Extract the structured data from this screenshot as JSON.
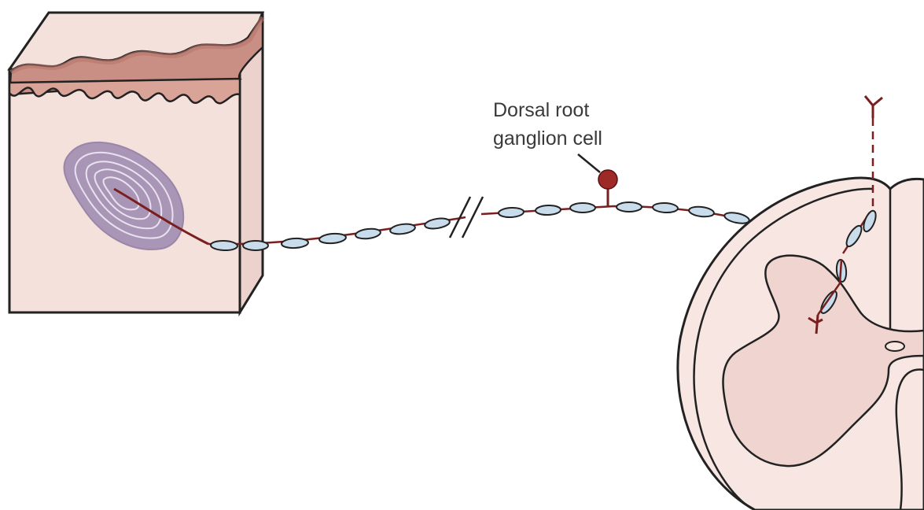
{
  "labels": {
    "drg_line1": "Dorsal root",
    "drg_line2": "ganglion cell"
  },
  "colors": {
    "skin_fill": "#f4e1dc",
    "epidermis": "#c98f84",
    "epidermis_dark": "#b7766b",
    "axon": "#7a1f1f",
    "myelin_fill": "#c9dceb",
    "corpuscle": "#a996b6",
    "cord_fill": "#f7e6e2",
    "gray_matter": "#efd4cf",
    "outline": "#222222"
  },
  "icons": {
    "receptor": "pacinian-corpuscle",
    "cell_body": "round-soma",
    "break_mark": "double-slash"
  }
}
